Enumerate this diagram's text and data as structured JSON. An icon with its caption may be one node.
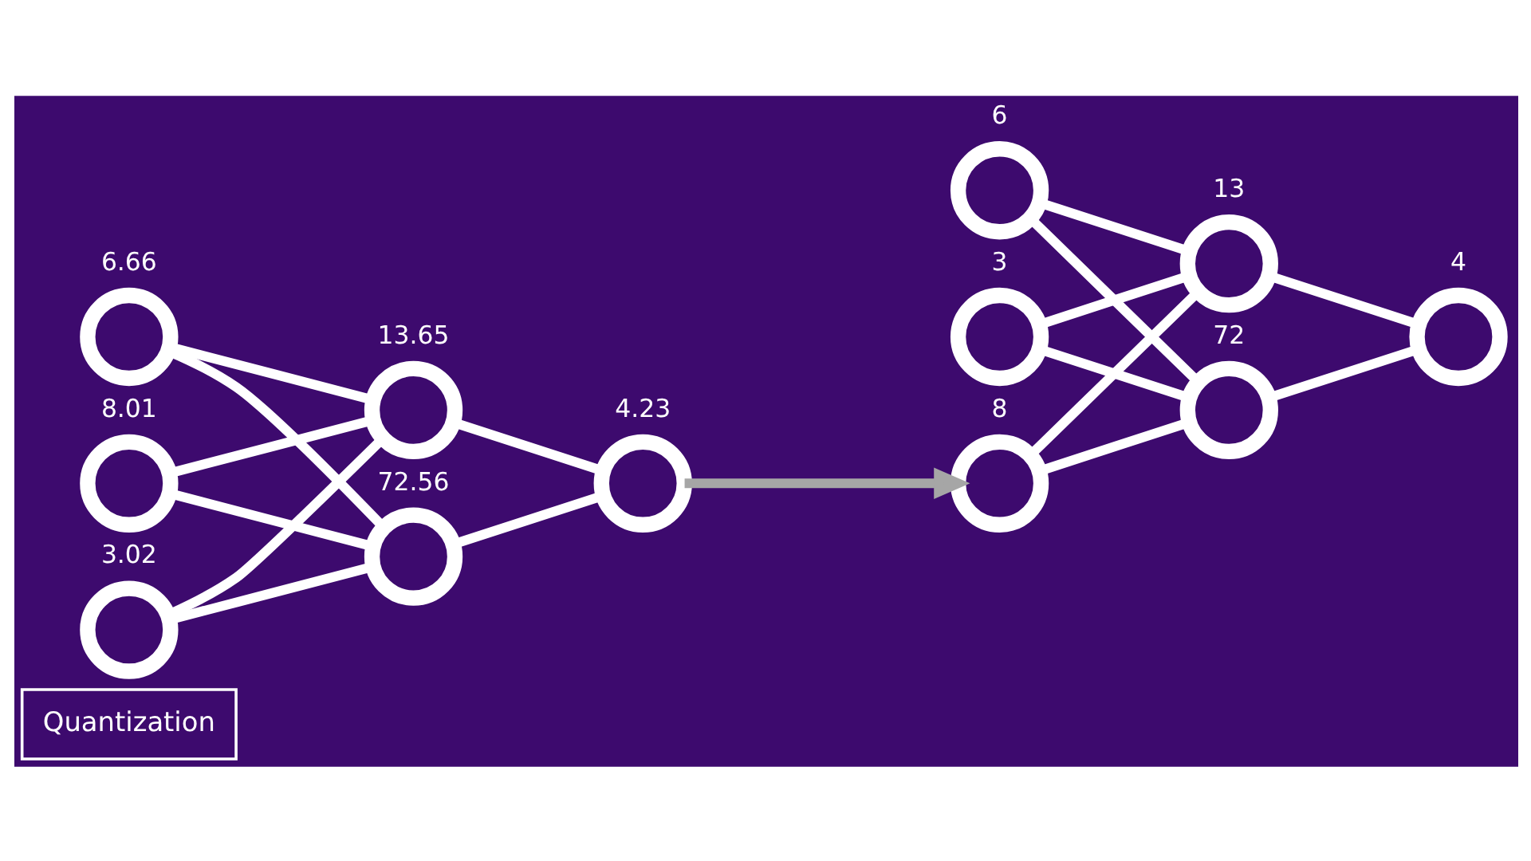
{
  "diagram": {
    "nodes": [
      {
        "text": [
          "Quantization"
        ]
      },
      {
        "text": [],
        "shape": "circle",
        "beside": [
          "6.66"
        ]
      },
      {
        "text": [],
        "shape": "circle",
        "beside": [
          "8.01"
        ]
      },
      {
        "text": [],
        "shape": "circle",
        "beside": [
          "3.02"
        ]
      },
      {
        "text": [],
        "shape": "circle",
        "beside": [
          "13.65"
        ]
      },
      {
        "text": [],
        "shape": "circle",
        "beside": [
          "72.56"
        ]
      },
      {
        "text": [],
        "shape": "circle",
        "beside": [
          "4.23"
        ]
      },
      {
        "text": [],
        "shape": "circle",
        "beside": [
          "6"
        ]
      },
      {
        "text": [],
        "shape": "circle",
        "beside": [
          "8"
        ]
      },
      {
        "text": [],
        "shape": "circle",
        "beside": [
          "3"
        ]
      },
      {
        "text": [],
        "shape": "circle",
        "beside": [
          "13"
        ]
      },
      {
        "text": [],
        "shape": "circle",
        "beside": [
          "72"
        ]
      },
      {
        "text": [],
        "shape": "circle",
        "beside": [
          "4"
        ]
      }
    ],
    "edges": [
      {
        "from": 1,
        "to": 4,
        "arrow": "none"
      },
      {
        "from": 1,
        "to": 5,
        "arrow": "none"
      },
      {
        "from": 2,
        "to": 4,
        "arrow": "none"
      },
      {
        "from": 2,
        "to": 5,
        "arrow": "none"
      },
      {
        "from": 3,
        "to": 4,
        "arrow": "none"
      },
      {
        "from": 3,
        "to": 5,
        "arrow": "none"
      },
      {
        "from": 4,
        "to": 6,
        "arrow": "none"
      },
      {
        "from": 5,
        "to": 6,
        "arrow": "none"
      },
      {
        "from": 6,
        "to": 8,
        "arrow": "to",
        "color": "#a6a6a6"
      },
      {
        "from": 7,
        "to": 10,
        "arrow": "none"
      },
      {
        "from": 7,
        "to": 11,
        "arrow": "none"
      },
      {
        "from": 8,
        "to": 10,
        "arrow": "none"
      },
      {
        "from": 8,
        "to": 11,
        "arrow": "none"
      },
      {
        "from": 9,
        "to": 10,
        "arrow": "none"
      },
      {
        "from": 9,
        "to": 11,
        "arrow": "none"
      },
      {
        "from": 10,
        "to": 12,
        "arrow": "none"
      },
      {
        "from": 11,
        "to": 12,
        "arrow": "none"
      }
    ]
  }
}
